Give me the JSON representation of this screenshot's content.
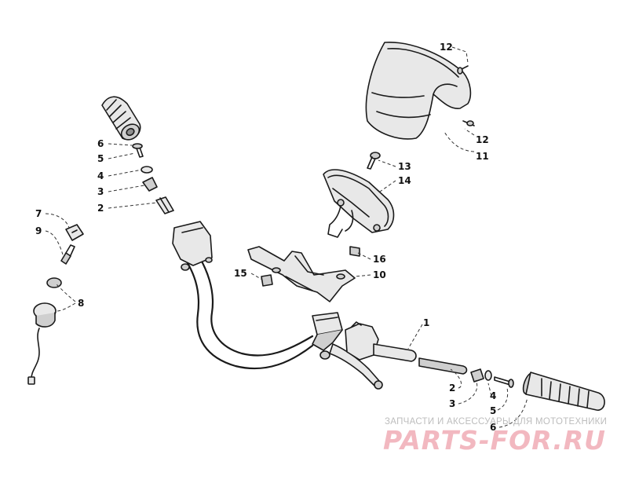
{
  "callouts": {
    "c1": "1",
    "c2_left": "2",
    "c3_left": "3",
    "c4_left": "4",
    "c5_left": "5",
    "c6_left": "6",
    "c7": "7",
    "c8": "8",
    "c9": "9",
    "c10": "10",
    "c11": "11",
    "c12_top": "12",
    "c12_bottom": "12",
    "c13": "13",
    "c14": "14",
    "c15": "15",
    "c16": "16",
    "c2_right": "2",
    "c3_right": "3",
    "c4_right": "4",
    "c5_right": "5",
    "c6_right": "6"
  },
  "watermark": {
    "tagline": "ЗАПЧАСТИ И АКСЕССУАРЫ ДЛЯ МОТОТЕХНИКИ",
    "brand": "PARTS-FOR.RU",
    "brand_color": "#f2b8c0"
  }
}
